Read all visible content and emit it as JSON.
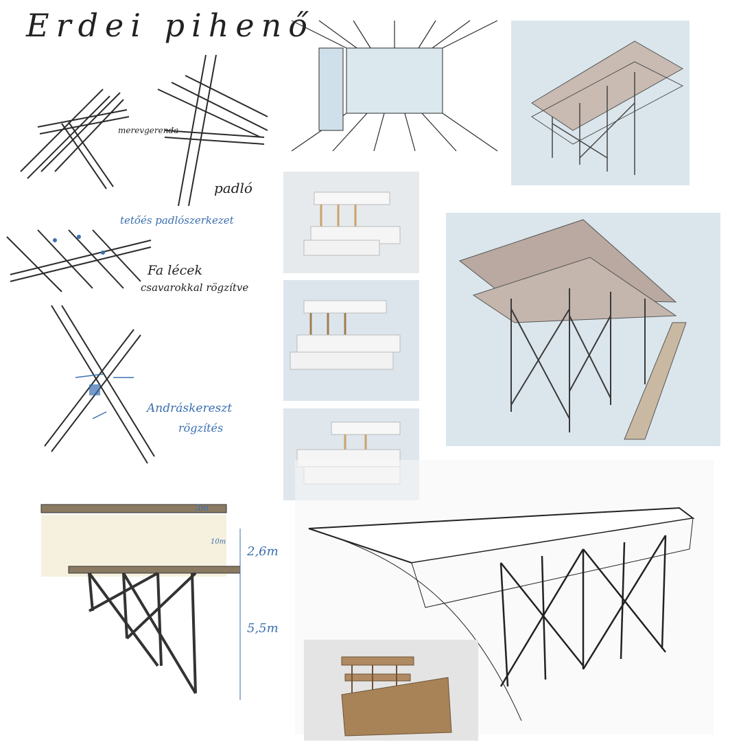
{
  "title": "Erdei pihenő",
  "labels": {
    "merevgerenda": "merevgerenda",
    "padlo": "padló",
    "teto_padloszerkezet": "tetőés padlószerkezet",
    "fa_lecek_1": "Fa lécek",
    "fa_lecek_2": "csavarokkal rögzítve",
    "andraskereszt_1": "Andráskereszt",
    "andraskereszt_2": "rögzítés",
    "dim_width": "3m",
    "dim_roof": "10m",
    "dim_upper": "2,6m",
    "dim_lower": "5,5m"
  },
  "colors": {
    "ink": "#2b2b2b",
    "blue_ink": "#3a6fb0",
    "wash_blue": "#cfe0ea",
    "roof_brown": "#b9a9a0",
    "cardboard": "#b08a62",
    "foam_white": "#f4f4f4"
  }
}
